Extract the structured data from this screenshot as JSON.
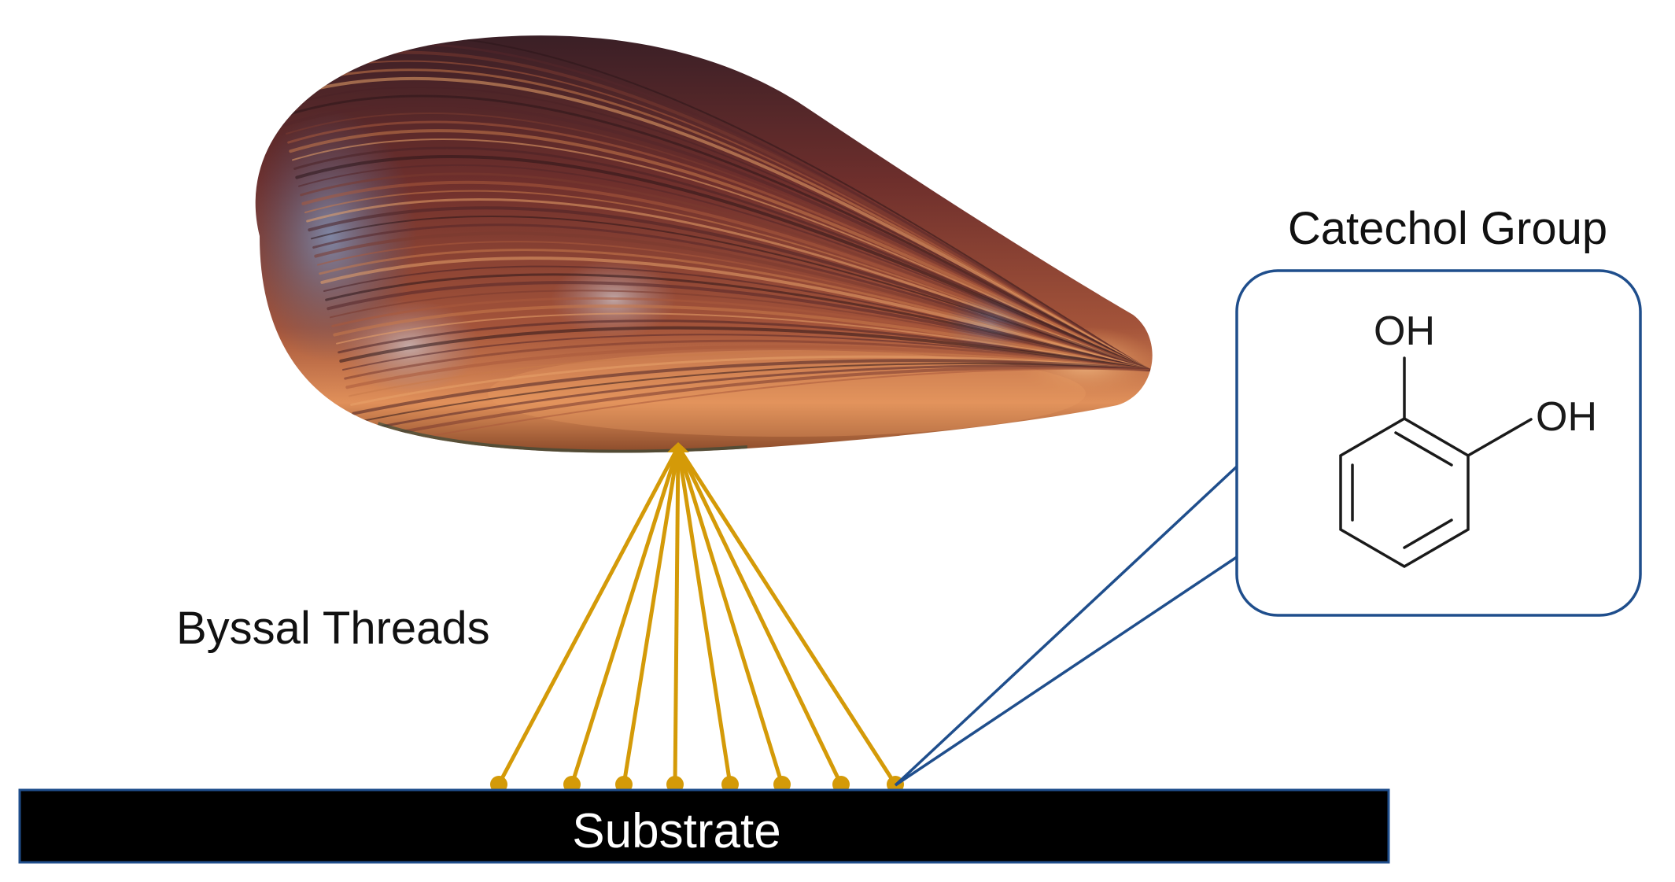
{
  "labels": {
    "byssal_threads": "Byssal Threads",
    "substrate": "Substrate",
    "catechol_group": "Catechol Group",
    "oh_top": "OH",
    "oh_right": "OH"
  },
  "icons": {
    "mussel": "mussel-shell-illustration",
    "molecule": "catechol-structure"
  },
  "colors": {
    "thread": "#D49A08",
    "callout": "#1F4E8C",
    "substrate": "#000000",
    "substrate_border": "#1F4E8C"
  },
  "thread_count": 8
}
